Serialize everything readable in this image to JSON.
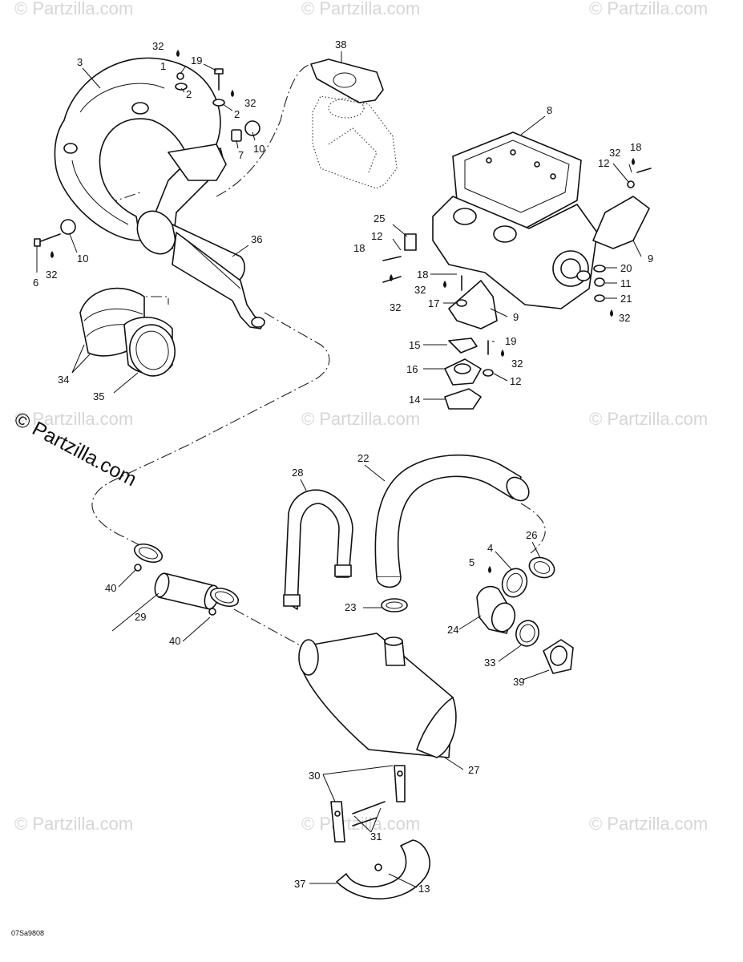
{
  "diagram_code": "07Sa9808",
  "watermark_text": "© Partzilla.com",
  "watermark_main": "© Partzilla.com",
  "callouts": {
    "c1": "1",
    "c2a": "2",
    "c2b": "2",
    "c3": "3",
    "c4": "4",
    "c5": "5",
    "c6": "6",
    "c7": "7",
    "c8": "8",
    "c9a": "9",
    "c9b": "9",
    "c10a": "10",
    "c10b": "10",
    "c11": "11",
    "c12a": "12",
    "c12b": "12",
    "c12c": "12",
    "c13": "13",
    "c14": "14",
    "c15": "15",
    "c16": "16",
    "c17": "17",
    "c18a": "18",
    "c18b": "18",
    "c18c": "18",
    "c19a": "19",
    "c19b": "19",
    "c20": "20",
    "c21": "21",
    "c22": "22",
    "c23": "23",
    "c24": "24",
    "c25": "25",
    "c26": "26",
    "c27": "27",
    "c28": "28",
    "c29": "29",
    "c30": "30",
    "c31": "31",
    "c32a": "32",
    "c32b": "32",
    "c32c": "32",
    "c32d": "32",
    "c32e": "32",
    "c32f": "32",
    "c32g": "32",
    "c32h": "32",
    "c33": "33",
    "c34": "34",
    "c35": "35",
    "c36": "36",
    "c37": "37",
    "c38": "38",
    "c39": "39",
    "c40a": "40",
    "c40b": "40"
  }
}
